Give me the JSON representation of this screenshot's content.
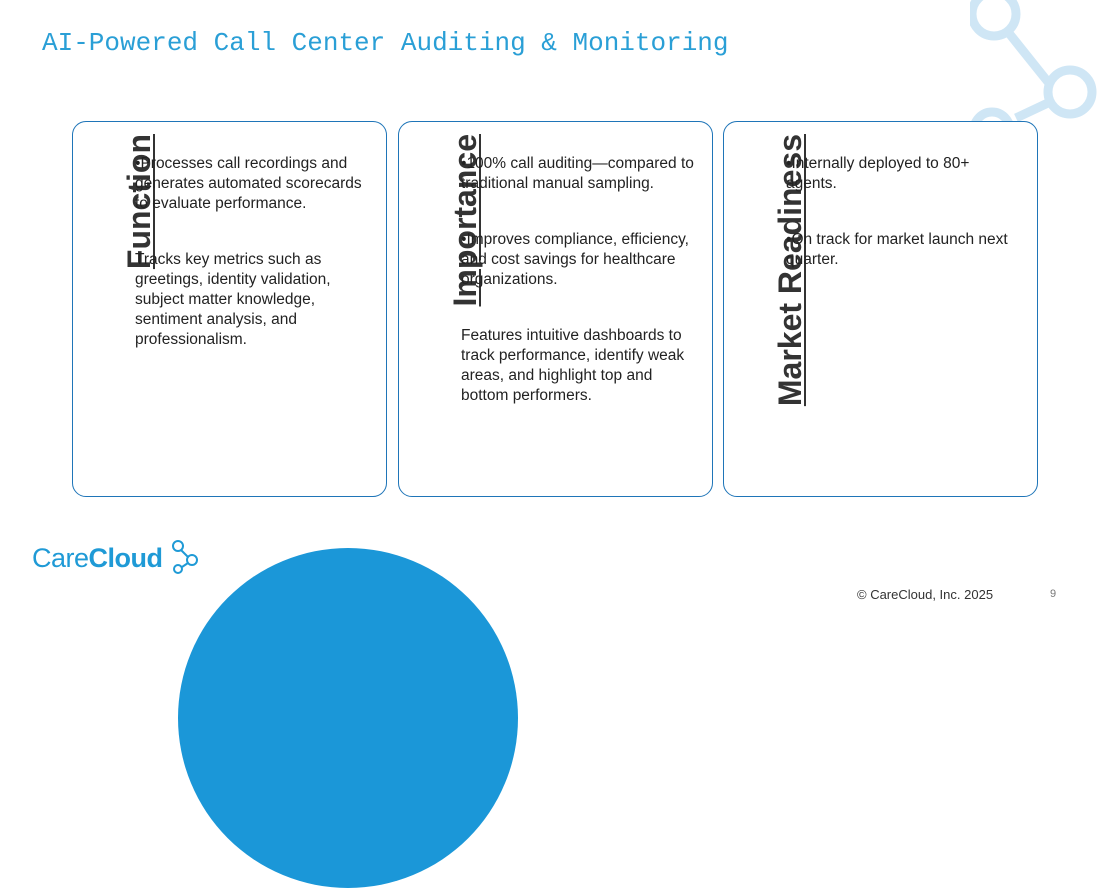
{
  "title": "AI-Powered Call Center Auditing & Monitoring",
  "cards": [
    {
      "heading": "Function",
      "paragraphs": [
        "Processes call recordings and generates automated scorecards to evaluate performance.",
        "Tracks key metrics such as greetings, identity validation, subject matter knowledge, sentiment analysis, and professionalism."
      ]
    },
    {
      "heading": "Importance",
      "paragraphs": [
        "100% call auditing—compared to traditional manual sampling.",
        "Improves compliance, efficiency, and cost savings for healthcare organizations.",
        "Features intuitive dashboards to track performance, identify weak areas, and highlight top and bottom performers."
      ]
    },
    {
      "heading": "Market Readiness",
      "paragraphs": [
        "Internally deployed to 80+ agents.",
        "On track for market launch next quarter."
      ]
    }
  ],
  "logo": {
    "part1": "Care",
    "part2": "Cloud"
  },
  "copyright": "© CareCloud, Inc. 2025",
  "page_number": "9",
  "colors": {
    "title": "#2a9fd6",
    "card_border": "#1f75b8",
    "accent": "#1b97d8",
    "deco": "#cfe6f5"
  }
}
